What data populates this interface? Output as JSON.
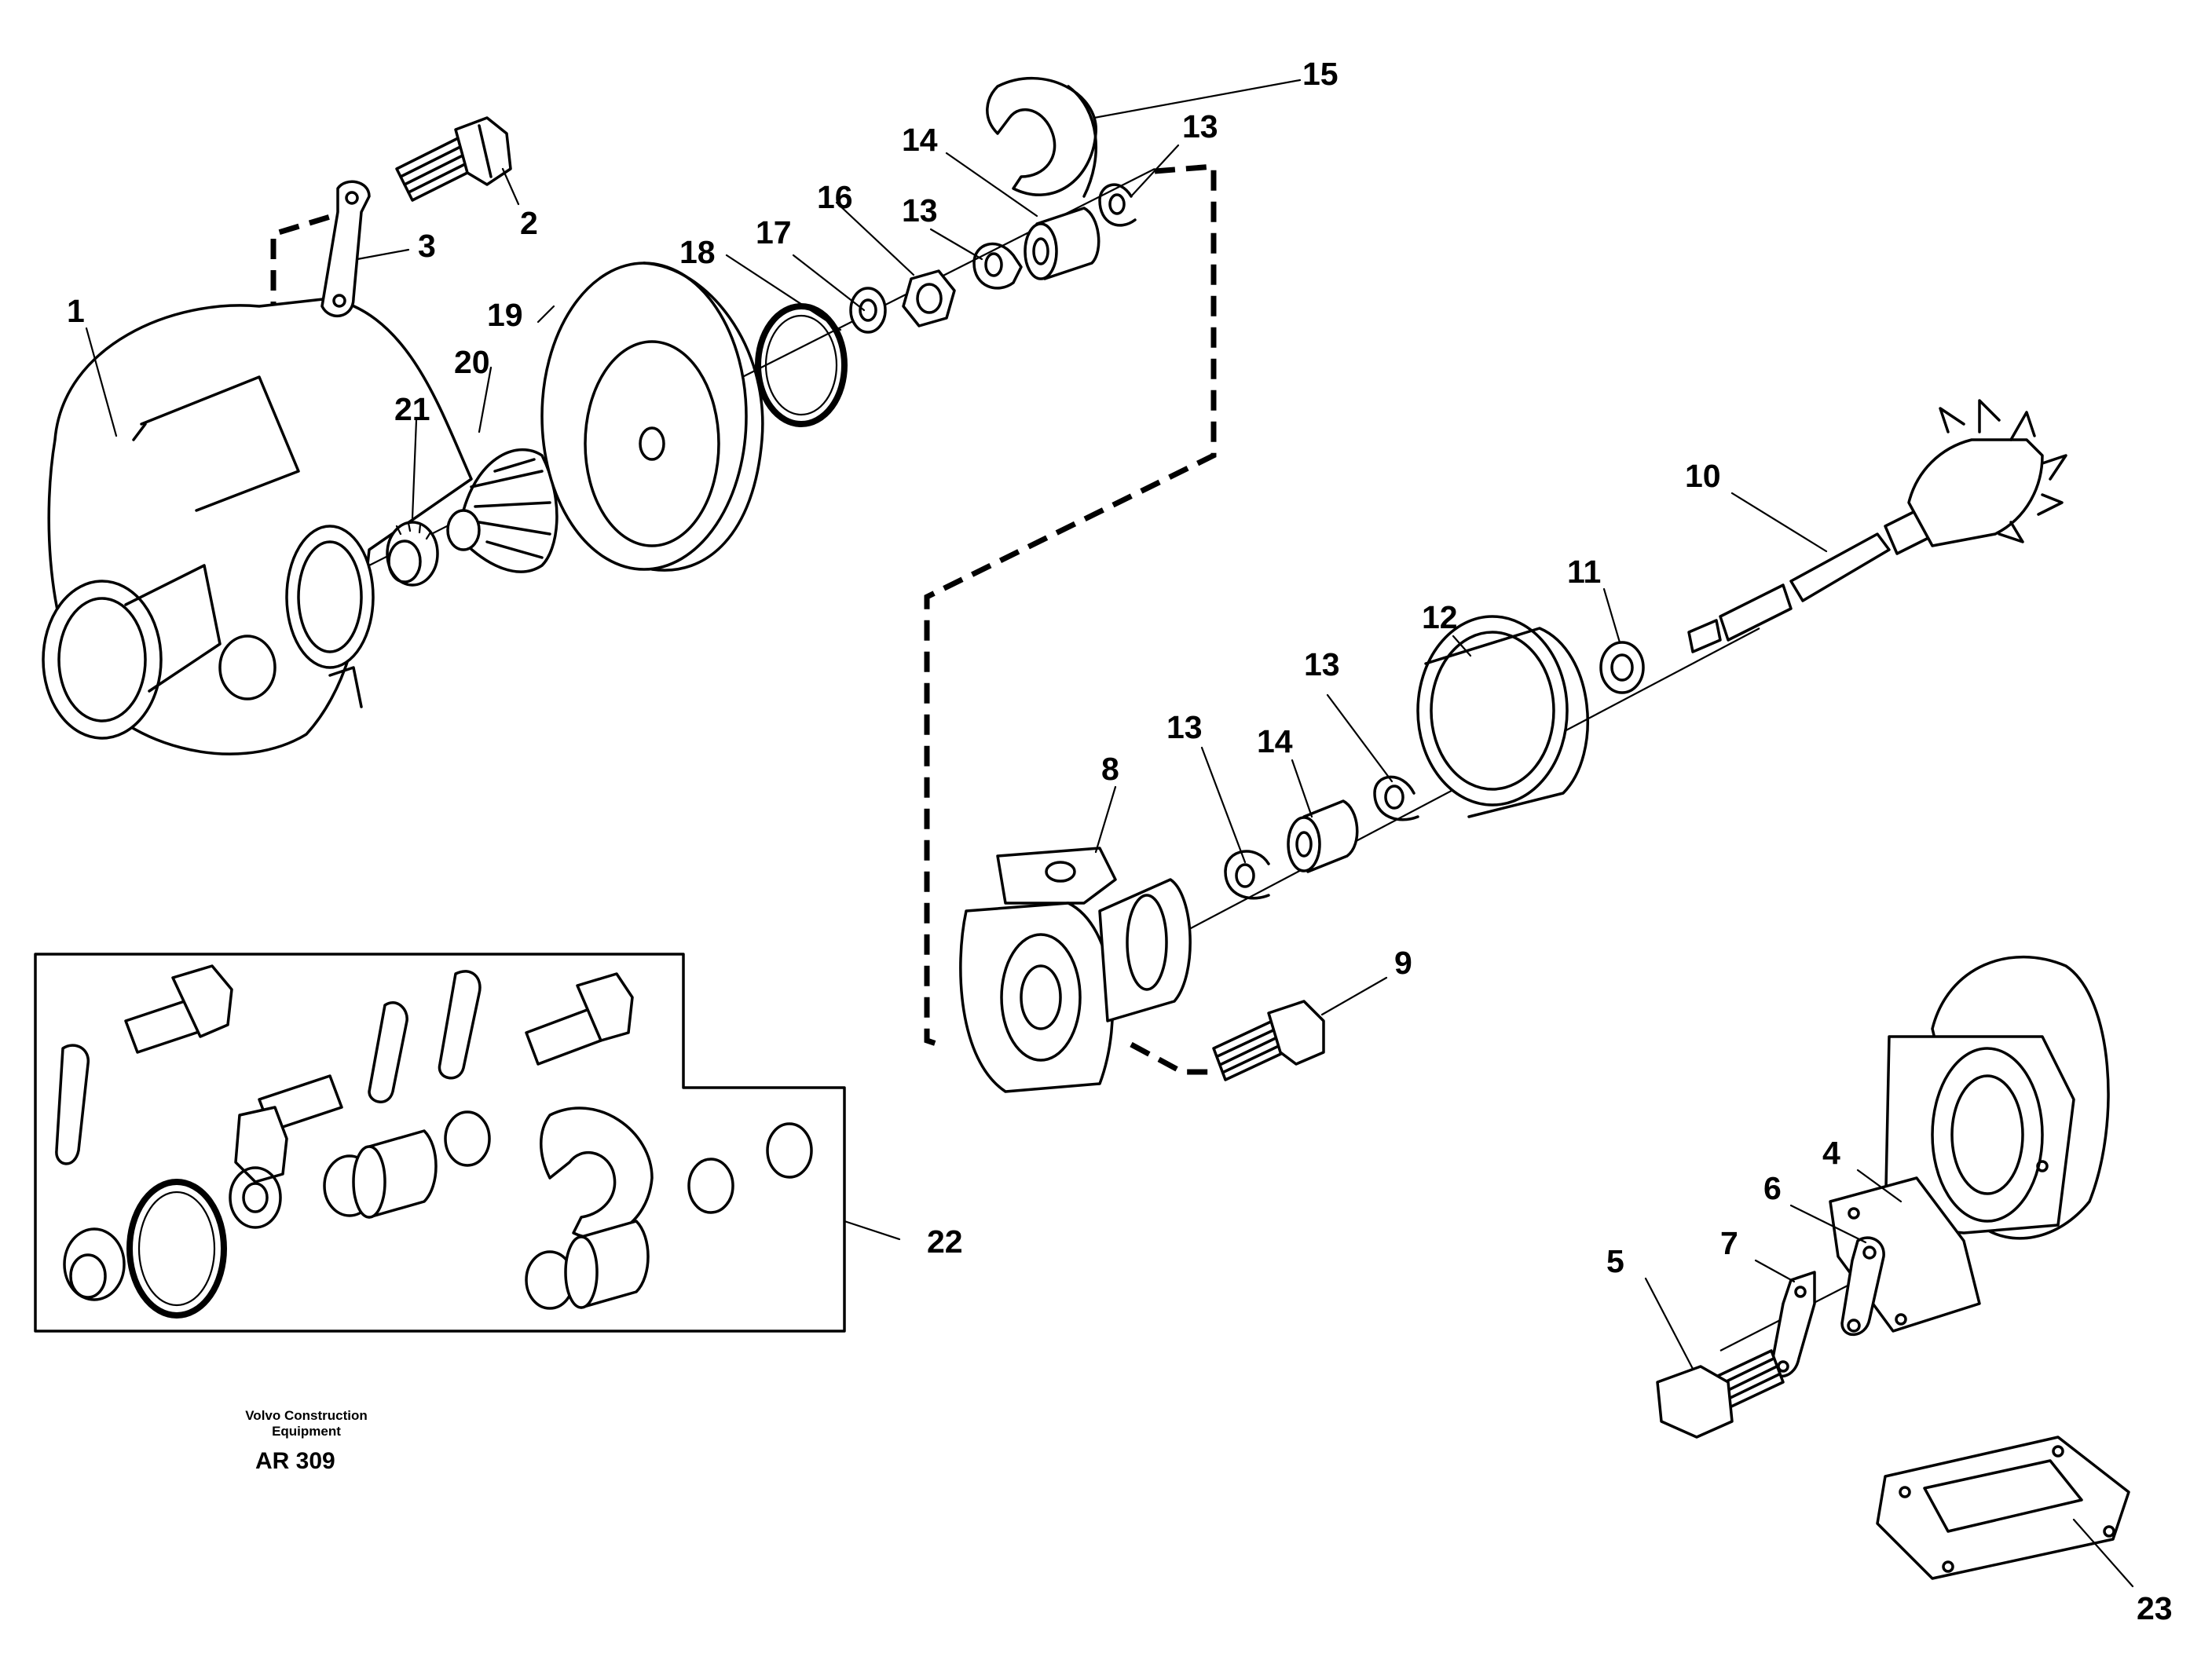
{
  "labels": {
    "p1": "1",
    "p2": "2",
    "p3": "3",
    "p4": "4",
    "p5": "5",
    "p6": "6",
    "p7": "7",
    "p8": "8",
    "p9": "9",
    "p10": "10",
    "p11": "11",
    "p12": "12",
    "p13a": "13",
    "p13b": "13",
    "p13c": "13",
    "p13d": "13",
    "p14a": "14",
    "p14b": "14",
    "p15": "15",
    "p16": "16",
    "p17": "17",
    "p18": "18",
    "p19": "19",
    "p20": "20",
    "p21": "21",
    "p22": "22",
    "p23": "23"
  },
  "caption": {
    "line1": "Volvo Construction",
    "line2": "Equipment",
    "code": "AR 309"
  }
}
